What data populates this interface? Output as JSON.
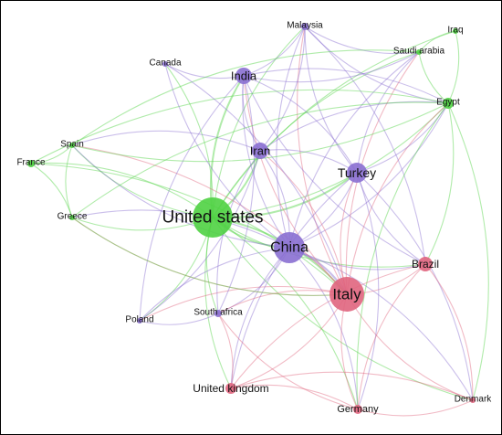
{
  "network": {
    "clusters": [
      {
        "id": "purple",
        "color": "#8a6fd1"
      },
      {
        "id": "green",
        "color": "#4fd243"
      },
      {
        "id": "red",
        "color": "#e0657e"
      }
    ],
    "nodes": [
      {
        "id": "malaysia",
        "label": "Malaysia",
        "cluster": "purple"
      },
      {
        "id": "iraq",
        "label": "Iraq",
        "cluster": "green"
      },
      {
        "id": "canada",
        "label": "Canada",
        "cluster": "purple"
      },
      {
        "id": "india",
        "label": "India",
        "cluster": "purple"
      },
      {
        "id": "saudi",
        "label": "Saudi arabia",
        "cluster": "green"
      },
      {
        "id": "egypt",
        "label": "Egypt",
        "cluster": "green"
      },
      {
        "id": "spain",
        "label": "Spain",
        "cluster": "green"
      },
      {
        "id": "france",
        "label": "France",
        "cluster": "green"
      },
      {
        "id": "iran",
        "label": "Iran",
        "cluster": "purple"
      },
      {
        "id": "turkey",
        "label": "Turkey",
        "cluster": "purple"
      },
      {
        "id": "greece",
        "label": "Greece",
        "cluster": "green"
      },
      {
        "id": "us",
        "label": "United states",
        "cluster": "green"
      },
      {
        "id": "china",
        "label": "China",
        "cluster": "purple"
      },
      {
        "id": "brazil",
        "label": "Brazil",
        "cluster": "red"
      },
      {
        "id": "italy",
        "label": "Italy",
        "cluster": "red"
      },
      {
        "id": "poland",
        "label": "Poland",
        "cluster": "purple"
      },
      {
        "id": "southafrica",
        "label": "South africa",
        "cluster": "purple"
      },
      {
        "id": "uk",
        "label": "United kingdom",
        "cluster": "red"
      },
      {
        "id": "germany",
        "label": "Germany",
        "cluster": "red"
      },
      {
        "id": "denmark",
        "label": "Denmark",
        "cluster": "red"
      }
    ],
    "edges": [
      [
        "us",
        "china"
      ],
      [
        "us",
        "italy"
      ],
      [
        "us",
        "iran"
      ],
      [
        "us",
        "india"
      ],
      [
        "us",
        "turkey"
      ],
      [
        "us",
        "spain"
      ],
      [
        "us",
        "france"
      ],
      [
        "us",
        "greece"
      ],
      [
        "us",
        "egypt"
      ],
      [
        "us",
        "saudi"
      ],
      [
        "us",
        "brazil"
      ],
      [
        "us",
        "malaysia"
      ],
      [
        "us",
        "southafrica"
      ],
      [
        "us",
        "poland"
      ],
      [
        "us",
        "uk"
      ],
      [
        "us",
        "germany"
      ],
      [
        "us",
        "canada"
      ],
      [
        "us",
        "iraq"
      ],
      [
        "us",
        "denmark"
      ],
      [
        "china",
        "italy"
      ],
      [
        "china",
        "iran"
      ],
      [
        "china",
        "india"
      ],
      [
        "china",
        "turkey"
      ],
      [
        "china",
        "malaysia"
      ],
      [
        "china",
        "brazil"
      ],
      [
        "china",
        "southafrica"
      ],
      [
        "china",
        "uk"
      ],
      [
        "china",
        "germany"
      ],
      [
        "china",
        "egypt"
      ],
      [
        "china",
        "saudi"
      ],
      [
        "china",
        "poland"
      ],
      [
        "china",
        "spain"
      ],
      [
        "china",
        "greece"
      ],
      [
        "china",
        "denmark"
      ],
      [
        "italy",
        "brazil"
      ],
      [
        "italy",
        "turkey"
      ],
      [
        "italy",
        "iran"
      ],
      [
        "italy",
        "india"
      ],
      [
        "italy",
        "germany"
      ],
      [
        "italy",
        "uk"
      ],
      [
        "italy",
        "denmark"
      ],
      [
        "italy",
        "egypt"
      ],
      [
        "italy",
        "southafrica"
      ],
      [
        "italy",
        "malaysia"
      ],
      [
        "italy",
        "spain"
      ],
      [
        "italy",
        "greece"
      ],
      [
        "italy",
        "poland"
      ],
      [
        "italy",
        "saudi"
      ],
      [
        "india",
        "iran"
      ],
      [
        "india",
        "turkey"
      ],
      [
        "india",
        "malaysia"
      ],
      [
        "india",
        "canada"
      ],
      [
        "india",
        "saudi"
      ],
      [
        "india",
        "egypt"
      ],
      [
        "india",
        "brazil"
      ],
      [
        "india",
        "southafrica"
      ],
      [
        "india",
        "poland"
      ],
      [
        "iran",
        "turkey"
      ],
      [
        "iran",
        "malaysia"
      ],
      [
        "iran",
        "egypt"
      ],
      [
        "iran",
        "southafrica"
      ],
      [
        "iran",
        "poland"
      ],
      [
        "iran",
        "spain"
      ],
      [
        "turkey",
        "malaysia"
      ],
      [
        "turkey",
        "egypt"
      ],
      [
        "turkey",
        "saudi"
      ],
      [
        "turkey",
        "brazil"
      ],
      [
        "turkey",
        "germany"
      ],
      [
        "turkey",
        "uk"
      ],
      [
        "turkey",
        "denmark"
      ],
      [
        "malaysia",
        "egypt"
      ],
      [
        "malaysia",
        "brazil"
      ],
      [
        "malaysia",
        "saudi"
      ],
      [
        "egypt",
        "saudi"
      ],
      [
        "egypt",
        "iraq"
      ],
      [
        "egypt",
        "brazil"
      ],
      [
        "egypt",
        "germany"
      ],
      [
        "egypt",
        "denmark"
      ],
      [
        "egypt",
        "greece"
      ],
      [
        "egypt",
        "spain"
      ],
      [
        "egypt",
        "france"
      ],
      [
        "saudi",
        "iraq"
      ],
      [
        "saudi",
        "spain"
      ],
      [
        "spain",
        "france"
      ],
      [
        "spain",
        "greece"
      ],
      [
        "france",
        "greece"
      ],
      [
        "greece",
        "italy"
      ],
      [
        "france",
        "italy"
      ],
      [
        "brazil",
        "germany"
      ],
      [
        "brazil",
        "denmark"
      ],
      [
        "brazil",
        "uk"
      ],
      [
        "uk",
        "germany"
      ],
      [
        "germany",
        "denmark"
      ],
      [
        "uk",
        "denmark"
      ],
      [
        "uk",
        "southafrica"
      ],
      [
        "germany",
        "southafrica"
      ],
      [
        "poland",
        "southafrica"
      ],
      [
        "canada",
        "italy"
      ],
      [
        "canada",
        "china"
      ]
    ]
  }
}
